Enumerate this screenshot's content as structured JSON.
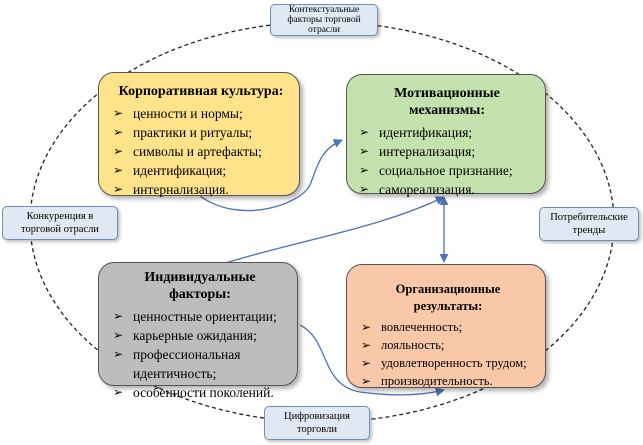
{
  "context_factors": {
    "top": "Контекстуальные\nфакторы торговой\nотрасли",
    "left": "Конкуренция в\nторговой отрасли",
    "right": "Потребительские\nтренды",
    "bottom": "Цифровизация\nторговли"
  },
  "boxes": {
    "culture": {
      "title": "Корпоративная культура:",
      "items": [
        "ценности и нормы;",
        "практики и ритуалы;",
        "символы и артефакты;",
        "идентификация;",
        "интернализация."
      ]
    },
    "motivation": {
      "title": "Мотивационные механизмы:",
      "items": [
        "идентификация;",
        "интернализация;",
        "социальное признание;",
        "самореализация."
      ]
    },
    "individual": {
      "title": "Индивидуальные факторы:",
      "items": [
        "ценностные ориентации;",
        "карьерные ожидания;",
        "профессиональная идентичность;",
        "особенности поколений."
      ]
    },
    "results": {
      "title": "Организационные результаты:",
      "items": [
        "вовлеченность;",
        "лояльность;",
        "удовлетворенность трудом;",
        "производительность."
      ]
    }
  },
  "bullet_icon": "arrow-bullet-icon",
  "colors": {
    "culture_fill": "#ffe38a",
    "motivation_fill": "#c4e2ad",
    "individual_fill": "#bdbdbd",
    "results_fill": "#f9c8a8",
    "context_fill": "#dfe8f3",
    "connector": "#4a72b8"
  }
}
